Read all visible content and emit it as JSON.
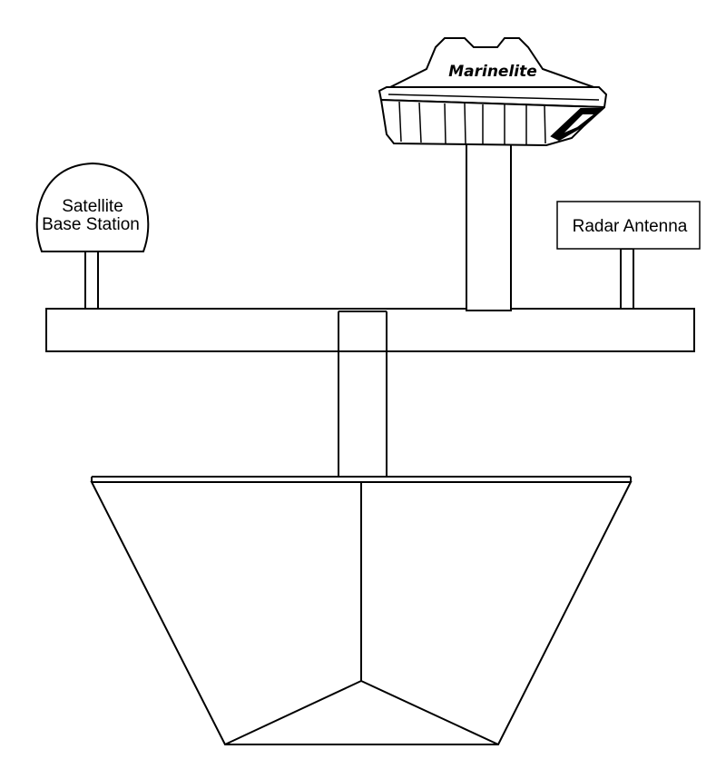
{
  "diagram": {
    "satellite_label_line1": "Satellite",
    "satellite_label_line2": "Base Station",
    "radar_label": "Radar Antenna",
    "brand_logo": "Marinelite"
  }
}
